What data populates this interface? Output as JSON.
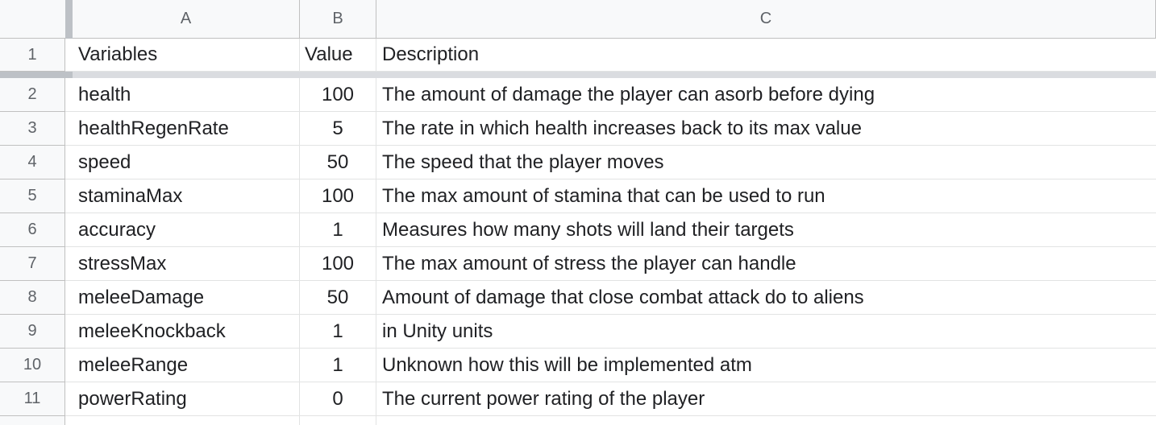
{
  "columns": [
    "A",
    "B",
    "C"
  ],
  "rows": [
    {
      "num": "1",
      "a": "Variables",
      "b": "Value",
      "c": "Description"
    },
    {
      "num": "2",
      "a": "health",
      "b": "100",
      "c": "The amount of damage the player can asorb before dying"
    },
    {
      "num": "3",
      "a": "healthRegenRate",
      "b": "5",
      "c": "The rate in which health increases back to its max value"
    },
    {
      "num": "4",
      "a": "speed",
      "b": "50",
      "c": "The speed that the player moves"
    },
    {
      "num": "5",
      "a": "staminaMax",
      "b": "100",
      "c": "The max amount of stamina that can be used to run"
    },
    {
      "num": "6",
      "a": "accuracy",
      "b": "1",
      "c": "Measures how many shots will land their targets"
    },
    {
      "num": "7",
      "a": "stressMax",
      "b": "100",
      "c": "The max amount of stress the player can handle"
    },
    {
      "num": "8",
      "a": "meleeDamage",
      "b": "50",
      "c": "Amount of damage that close combat attack do to aliens"
    },
    {
      "num": "9",
      "a": "meleeKnockback",
      "b": "1",
      "c": "in Unity units"
    },
    {
      "num": "10",
      "a": "meleeRange",
      "b": "1",
      "c": "Unknown how this will be implemented atm"
    },
    {
      "num": "11",
      "a": "powerRating",
      "b": "0",
      "c": "The current power rating of the player"
    }
  ],
  "colors": {
    "header_bg": "#f8f9fa",
    "header_text": "#5f6368",
    "grid_line": "#e2e3e3",
    "freeze_bar": "#dadce0",
    "cell_text": "#202124"
  }
}
